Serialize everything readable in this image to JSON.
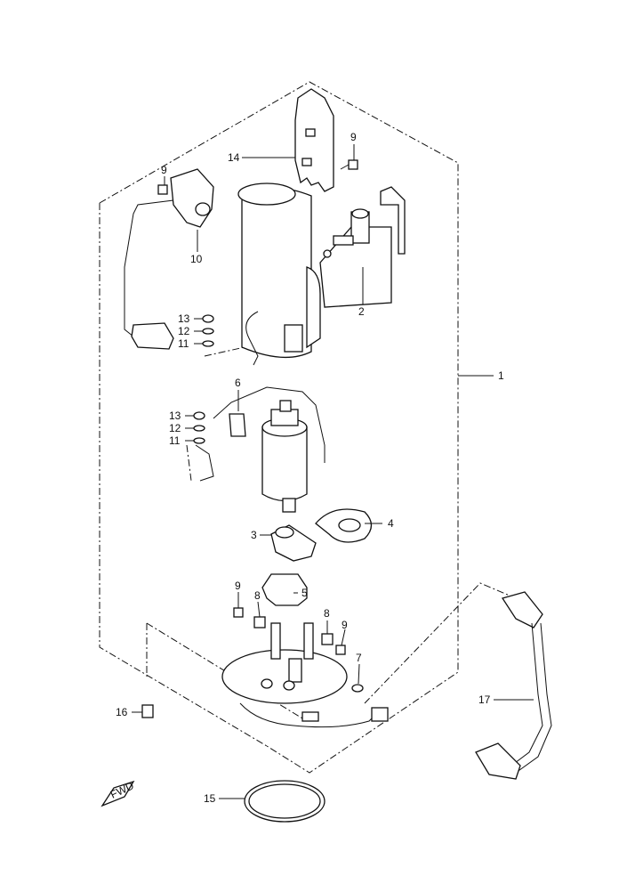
{
  "labels": {
    "p1": "1",
    "p2": "2",
    "p3": "3",
    "p4": "4",
    "p5": "5",
    "p6": "6",
    "p7": "7",
    "p8a": "8",
    "p8b": "8",
    "p9a": "9",
    "p9b": "9",
    "p9c": "9",
    "p9d": "9",
    "p10": "10",
    "p11a": "11",
    "p11b": "11",
    "p12a": "12",
    "p12b": "12",
    "p13a": "13",
    "p13b": "13",
    "p14": "14",
    "p15": "15",
    "p16": "16",
    "p17": "17"
  },
  "fwd_label": "FWD"
}
